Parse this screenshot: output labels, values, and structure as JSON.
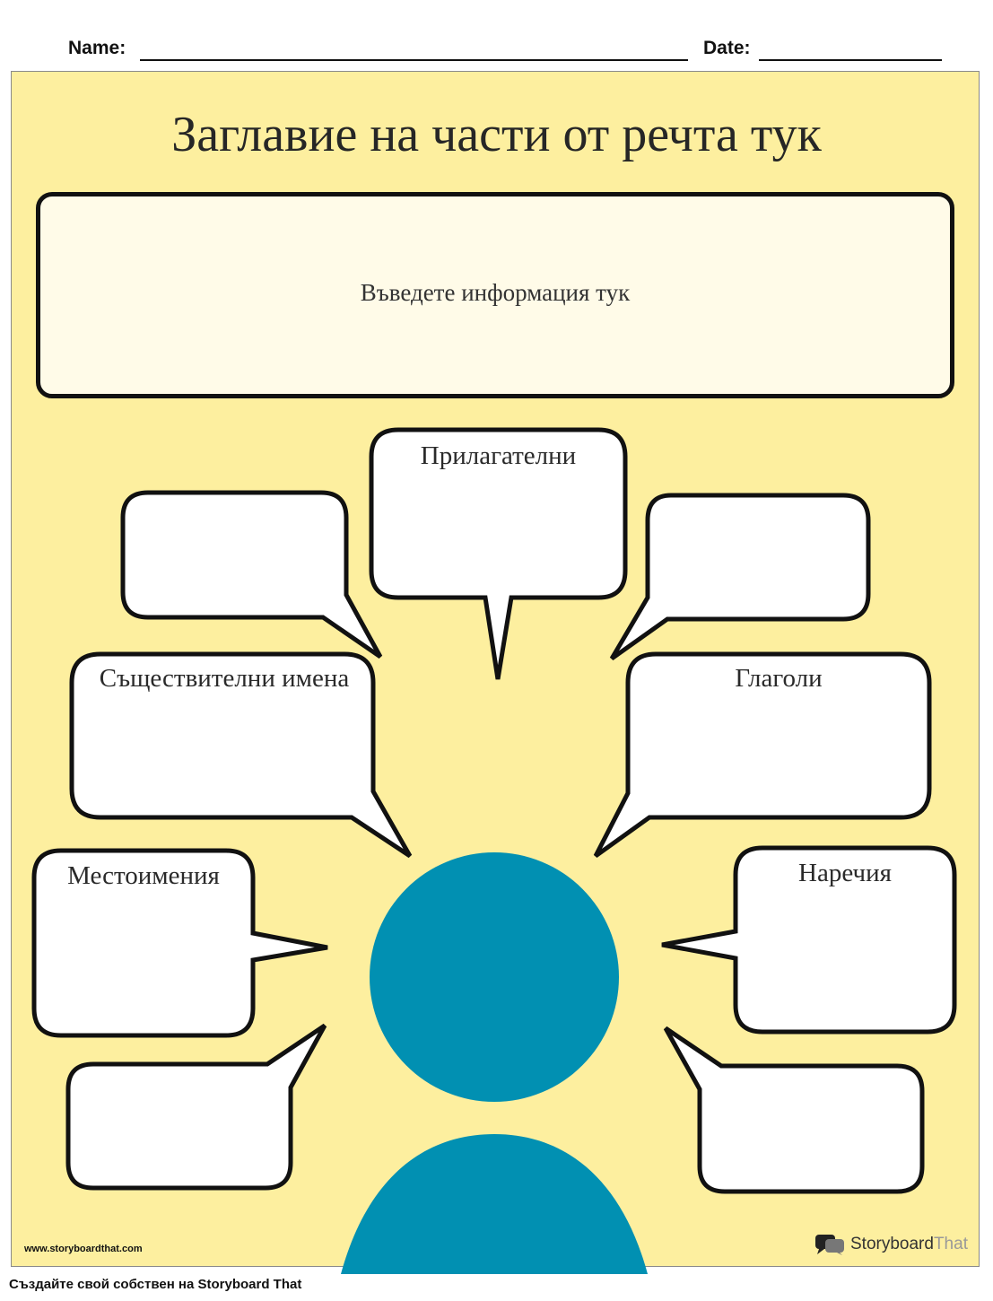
{
  "header": {
    "name_label": "Name:",
    "date_label": "Date:"
  },
  "worksheet": {
    "title": "Заглавие на части от речта тук",
    "info_placeholder": "Въведете информация тук",
    "bubbles": {
      "top_center": "Прилагателни",
      "top_left": "",
      "top_right": "",
      "mid_left": "Съществителни имена",
      "mid_right": "Глаголи",
      "low_left": "Местоимения",
      "low_right": "Наречия",
      "bottom_left": "",
      "bottom_right": ""
    },
    "figure_color": "#0190b2",
    "background_color": "#fdef9f"
  },
  "watermark": {
    "url": "www.storyboardthat.com",
    "brand_story": "Storyboard",
    "brand_that": "That"
  },
  "footer": {
    "text": "Създайте свой собствен на Storyboard That"
  }
}
